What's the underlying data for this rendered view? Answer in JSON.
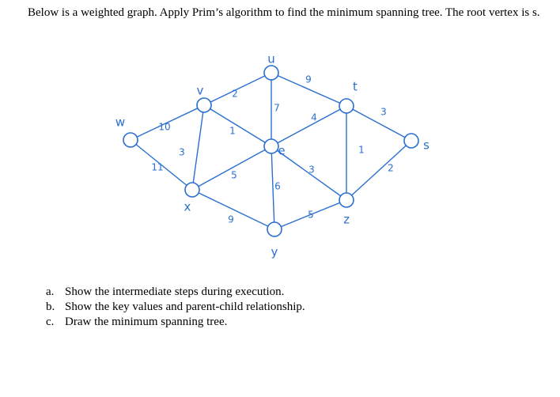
{
  "problem": {
    "text": "Below is a weighted graph. Apply Prim’s algorithm to find the minimum spanning tree. The root vertex is s."
  },
  "graph": {
    "nodes": [
      {
        "id": "w",
        "label": "w"
      },
      {
        "id": "v",
        "label": "v"
      },
      {
        "id": "x",
        "label": "x"
      },
      {
        "id": "u",
        "label": "u"
      },
      {
        "id": "e",
        "label": "e"
      },
      {
        "id": "y",
        "label": "y"
      },
      {
        "id": "t",
        "label": "t"
      },
      {
        "id": "z",
        "label": "z"
      },
      {
        "id": "s",
        "label": "s"
      }
    ],
    "edges": [
      {
        "from": "w",
        "to": "v",
        "weight": "10"
      },
      {
        "from": "w",
        "to": "x",
        "weight": "11"
      },
      {
        "from": "v",
        "to": "x",
        "weight": "3"
      },
      {
        "from": "v",
        "to": "u",
        "weight": "2"
      },
      {
        "from": "v",
        "to": "e",
        "weight": "1"
      },
      {
        "from": "x",
        "to": "e",
        "weight": "5"
      },
      {
        "from": "x",
        "to": "y",
        "weight": "9"
      },
      {
        "from": "u",
        "to": "e",
        "weight": "7"
      },
      {
        "from": "u",
        "to": "t",
        "weight": "9"
      },
      {
        "from": "e",
        "to": "t",
        "weight": "4"
      },
      {
        "from": "e",
        "to": "y",
        "weight": "6"
      },
      {
        "from": "e",
        "to": "z",
        "weight": "3"
      },
      {
        "from": "y",
        "to": "z",
        "weight": "5"
      },
      {
        "from": "t",
        "to": "z",
        "weight": "1"
      },
      {
        "from": "t",
        "to": "s",
        "weight": "3"
      },
      {
        "from": "z",
        "to": "s",
        "weight": "2"
      }
    ]
  },
  "questions": [
    {
      "marker": "a.",
      "text": "Show the intermediate steps during execution."
    },
    {
      "marker": "b.",
      "text": "Show the key values and parent-child relationship."
    },
    {
      "marker": "c.",
      "text": "Draw the minimum spanning tree."
    }
  ]
}
